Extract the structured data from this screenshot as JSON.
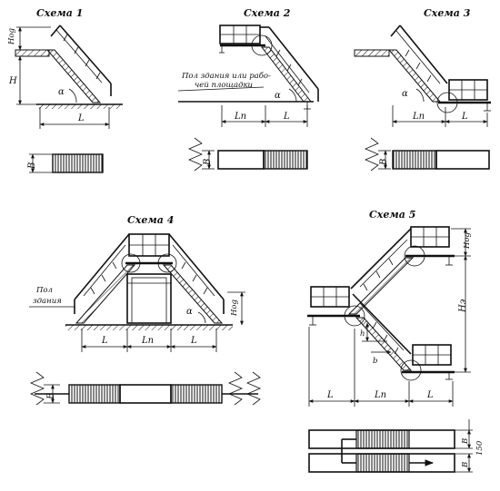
{
  "schemes": [
    {
      "title": "Схема 1",
      "dims": {
        "hog": "Нog",
        "h": "Н",
        "alpha": "α",
        "l": "L",
        "b": "В"
      }
    },
    {
      "title": "Схема 2",
      "note": [
        "Пол здания или рабо-",
        "чей площадки"
      ],
      "dims": {
        "alpha": "α",
        "ln": "Lп",
        "l": "L",
        "b": "В"
      }
    },
    {
      "title": "Схема 3",
      "dims": {
        "alpha": "α",
        "ln": "Lп",
        "l": "L",
        "b": "В"
      }
    },
    {
      "title": "Схема 4",
      "note": [
        "Пол",
        "здания"
      ],
      "dims": {
        "alpha": "α",
        "hog": "Нog",
        "l1": "L",
        "ln": "Lп",
        "l2": "L",
        "b": "В"
      }
    },
    {
      "title": "Схема 5",
      "dims": {
        "hog": "Нog",
        "hz": "Нэ",
        "h": "h",
        "b_small": "b",
        "l1": "L",
        "ln": "Lп",
        "l2": "L",
        "b1": "В",
        "gap": "150",
        "b2": "В"
      }
    }
  ],
  "colors": {
    "ink": "#111111",
    "paper": "#ffffff"
  }
}
